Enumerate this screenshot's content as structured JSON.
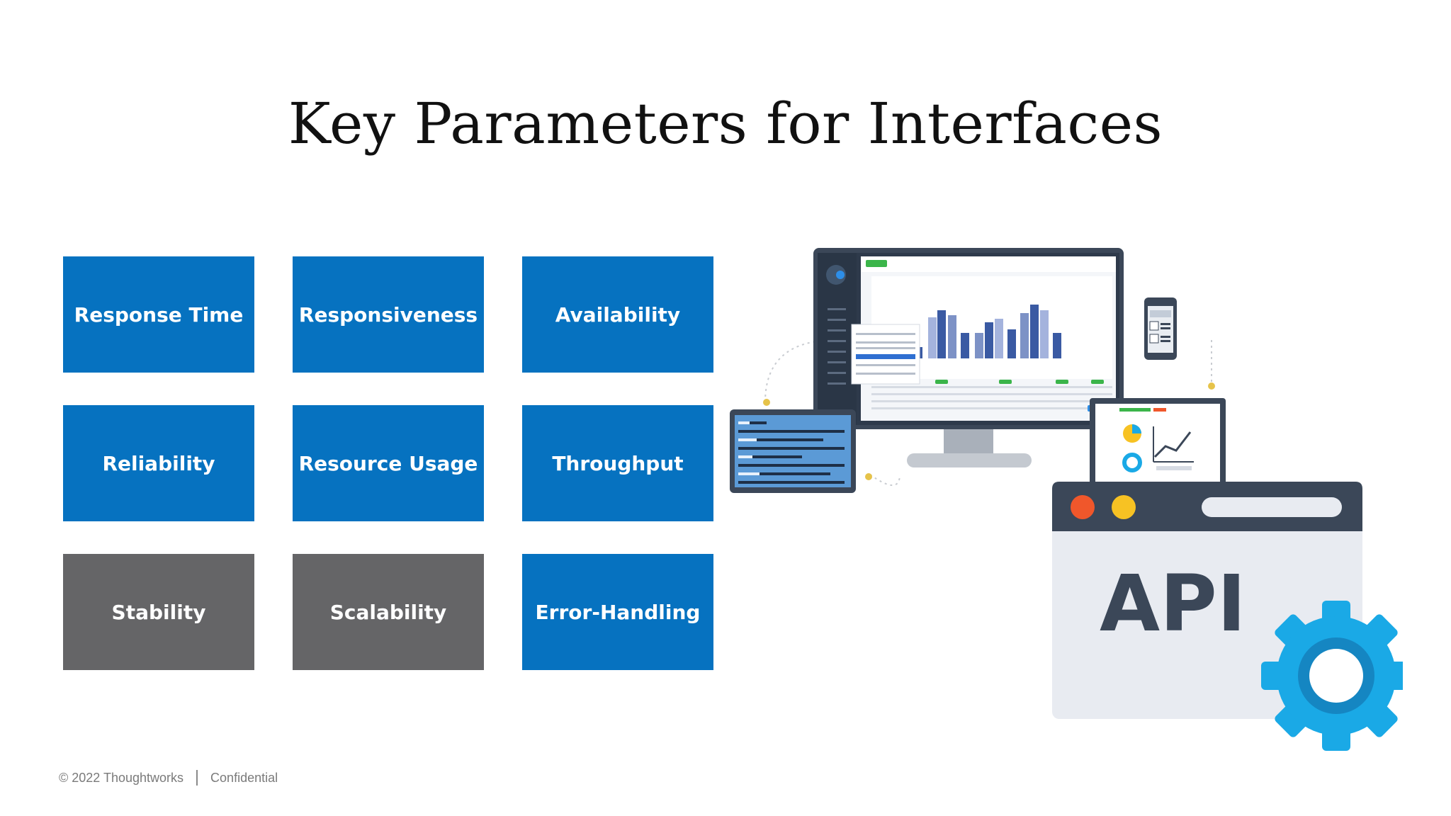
{
  "slide": {
    "title": "Key Parameters for Interfaces"
  },
  "tiles": [
    {
      "label": "Response Time",
      "style": "blue"
    },
    {
      "label": "Responsiveness",
      "style": "blue"
    },
    {
      "label": "Availability",
      "style": "blue"
    },
    {
      "label": "Reliability",
      "style": "blue"
    },
    {
      "label": "Resource Usage",
      "style": "blue"
    },
    {
      "label": "Throughput",
      "style": "blue"
    },
    {
      "label": "Stability",
      "style": "gray"
    },
    {
      "label": "Scalability",
      "style": "gray"
    },
    {
      "label": "Error-Handling",
      "style": "blue"
    }
  ],
  "illustration": {
    "api_label": "API",
    "colors": {
      "tile_blue": "#0672c0",
      "tile_gray": "#656567",
      "monitor_frame": "#3b4758",
      "gear": "#1aa9e6",
      "dot_red": "#f0572b",
      "dot_yellow": "#f7c223"
    }
  },
  "footer": {
    "copyright": "© 2022 Thoughtworks",
    "confidential": "Confidential"
  }
}
